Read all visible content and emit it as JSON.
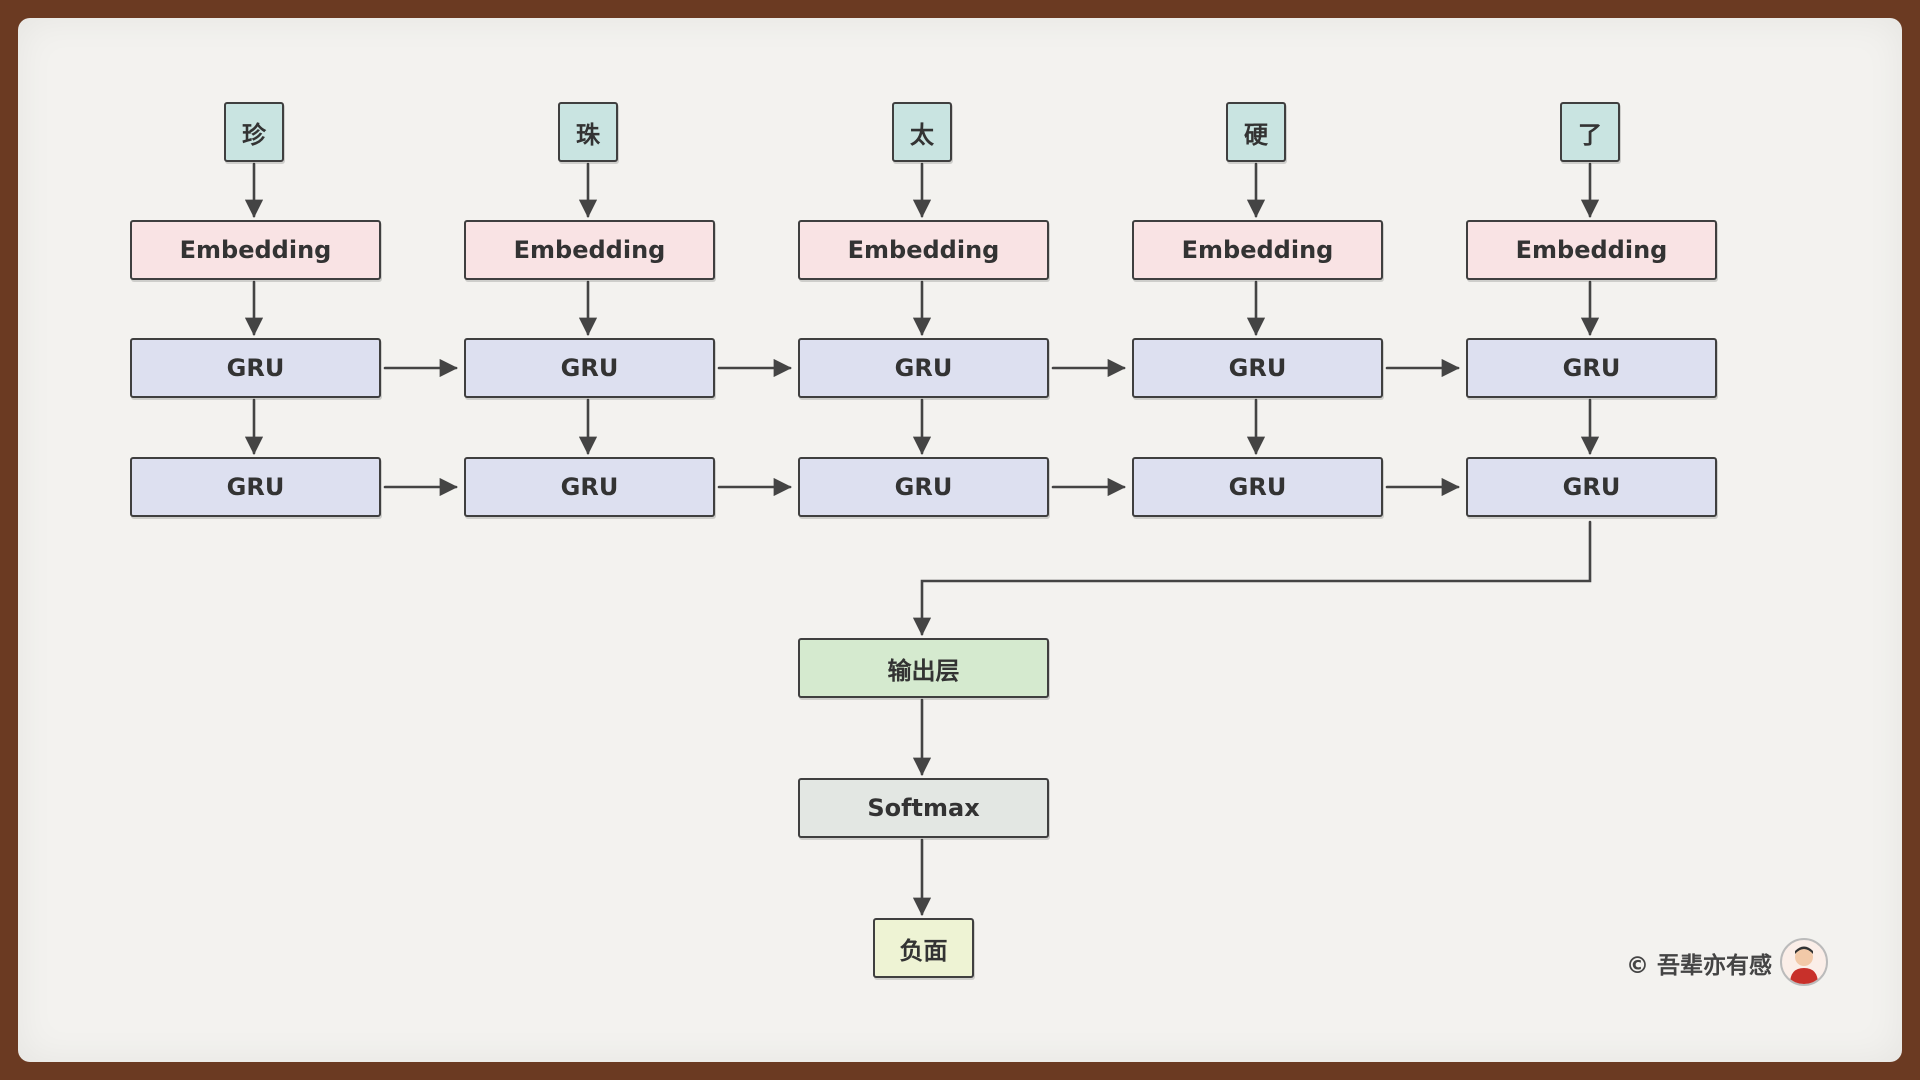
{
  "tokens": [
    "珍",
    "珠",
    "太",
    "硬",
    "了"
  ],
  "embedding_label": "Embedding",
  "gru_label": "GRU",
  "output_layer_label": "输出层",
  "softmax_label": "Softmax",
  "result_label": "负面",
  "copyright": "© 吾辈亦有感"
}
